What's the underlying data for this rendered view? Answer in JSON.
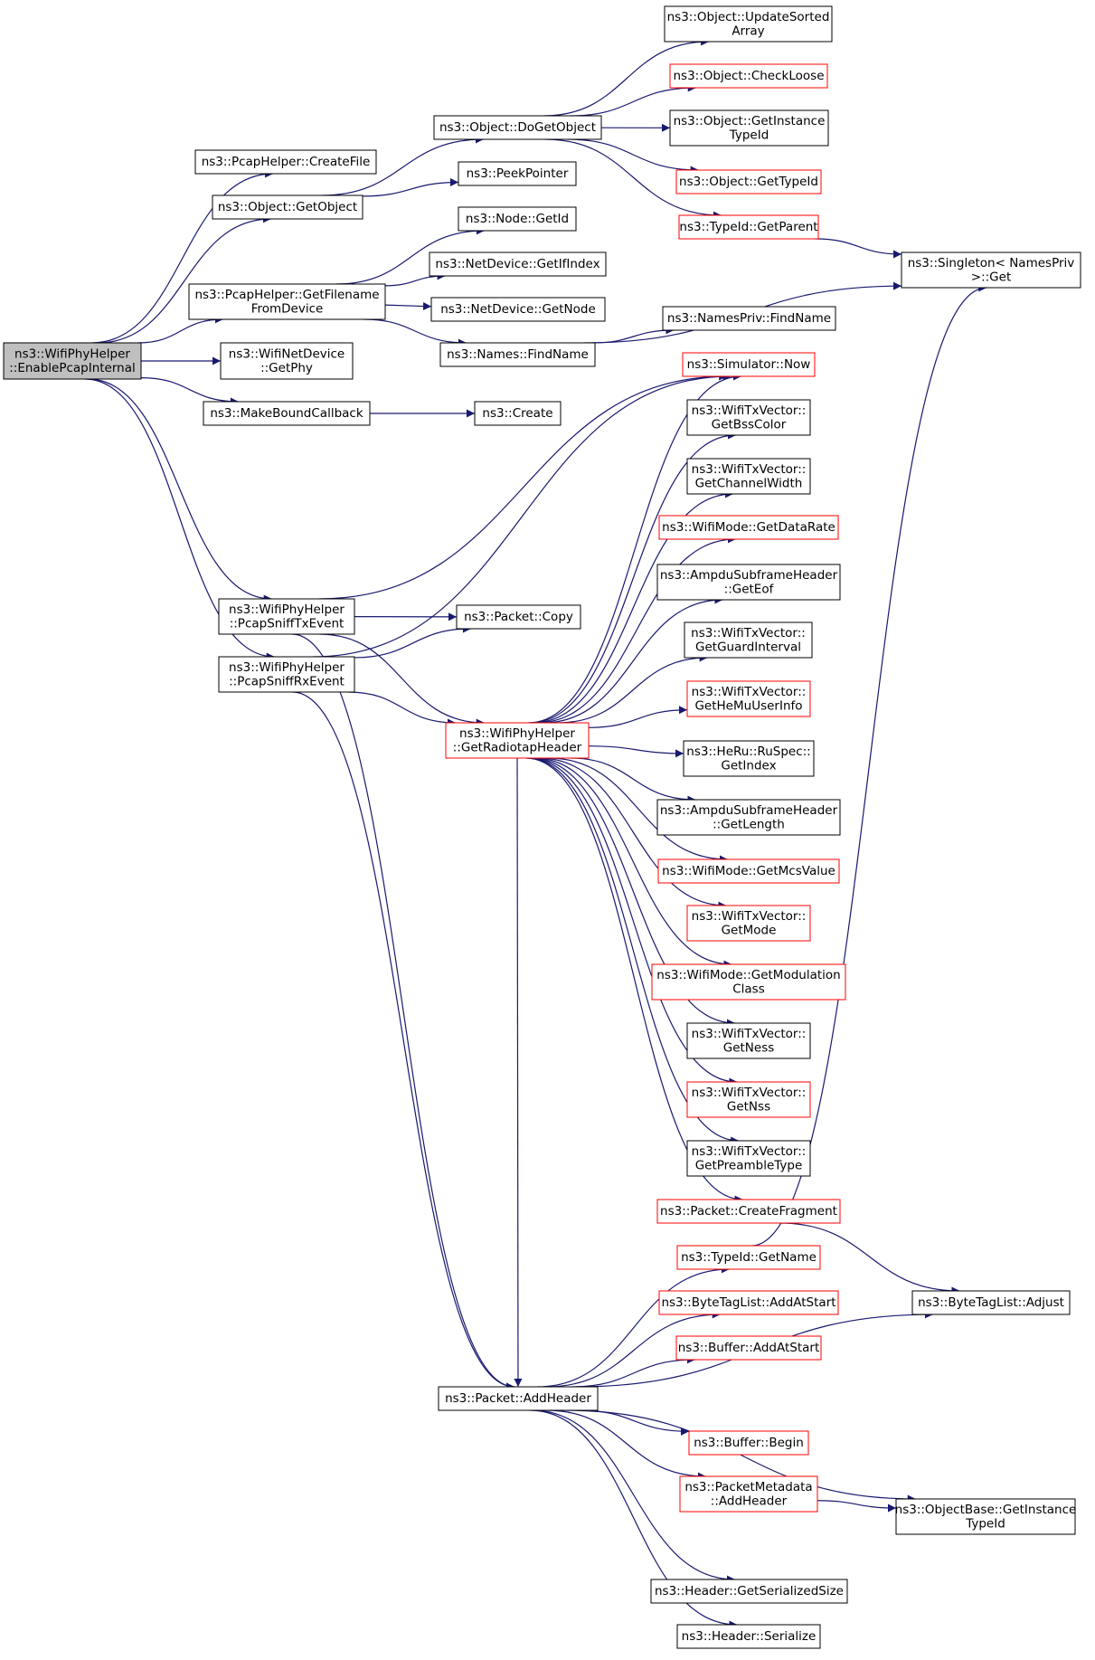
{
  "nodes": {
    "root": {
      "lines": [
        "ns3::WifiPhyHelper",
        "::EnablePcapInternal"
      ],
      "highlight": true
    },
    "createFile": {
      "lines": [
        "ns3::PcapHelper::CreateFile"
      ]
    },
    "getObject": {
      "lines": [
        "ns3::Object::GetObject"
      ]
    },
    "getFilename": {
      "lines": [
        "ns3::PcapHelper::GetFilename",
        "FromDevice"
      ]
    },
    "wifiGetPhy": {
      "lines": [
        "ns3::WifiNetDevice",
        "::GetPhy"
      ]
    },
    "makeBound": {
      "lines": [
        "ns3::MakeBoundCallback"
      ]
    },
    "sniffTx": {
      "lines": [
        "ns3::WifiPhyHelper",
        "::PcapSniffTxEvent"
      ]
    },
    "sniffRx": {
      "lines": [
        "ns3::WifiPhyHelper",
        "::PcapSniffRxEvent"
      ]
    },
    "doGetObject": {
      "lines": [
        "ns3::Object::DoGetObject"
      ]
    },
    "peekPointer": {
      "lines": [
        "ns3::PeekPointer"
      ]
    },
    "nodeGetId": {
      "lines": [
        "ns3::Node::GetId"
      ]
    },
    "getIfIndex": {
      "lines": [
        "ns3::NetDevice::GetIfIndex"
      ]
    },
    "netGetNode": {
      "lines": [
        "ns3::NetDevice::GetNode"
      ]
    },
    "namesFind": {
      "lines": [
        "ns3::Names::FindName"
      ]
    },
    "create": {
      "lines": [
        "ns3::Create"
      ]
    },
    "packetCopy": {
      "lines": [
        "ns3::Packet::Copy"
      ]
    },
    "radiotap": {
      "lines": [
        "ns3::WifiPhyHelper",
        "::GetRadiotapHeader"
      ],
      "red": true
    },
    "addHeader": {
      "lines": [
        "ns3::Packet::AddHeader"
      ]
    },
    "updateSorted": {
      "lines": [
        "ns3::Object::UpdateSorted",
        "Array"
      ]
    },
    "checkLoose": {
      "lines": [
        "ns3::Object::CheckLoose"
      ],
      "red": true
    },
    "getInstTypeId": {
      "lines": [
        "ns3::Object::GetInstance",
        "TypeId"
      ]
    },
    "getTypeId": {
      "lines": [
        "ns3::Object::GetTypeId"
      ],
      "red": true
    },
    "getParent": {
      "lines": [
        "ns3::TypeId::GetParent"
      ],
      "red": true
    },
    "singleton": {
      "lines": [
        "ns3::Singleton< NamesPriv",
        ">::Get"
      ]
    },
    "namesPrivFind": {
      "lines": [
        "ns3::NamesPriv::FindName"
      ]
    },
    "simNow": {
      "lines": [
        "ns3::Simulator::Now"
      ],
      "red": true
    },
    "bssColor": {
      "lines": [
        "ns3::WifiTxVector::",
        "GetBssColor"
      ]
    },
    "chanWidth": {
      "lines": [
        "ns3::WifiTxVector::",
        "GetChannelWidth"
      ]
    },
    "dataRate": {
      "lines": [
        "ns3::WifiMode::GetDataRate"
      ],
      "red": true
    },
    "getEof": {
      "lines": [
        "ns3::AmpduSubframeHeader",
        "::GetEof"
      ]
    },
    "guardInt": {
      "lines": [
        "ns3::WifiTxVector::",
        "GetGuardInterval"
      ]
    },
    "heMuUser": {
      "lines": [
        "ns3::WifiTxVector::",
        "GetHeMuUserInfo"
      ],
      "red": true
    },
    "heRuIndex": {
      "lines": [
        "ns3::HeRu::RuSpec::",
        "GetIndex"
      ]
    },
    "ampduLen": {
      "lines": [
        "ns3::AmpduSubframeHeader",
        "::GetLength"
      ]
    },
    "mcsValue": {
      "lines": [
        "ns3::WifiMode::GetMcsValue"
      ],
      "red": true
    },
    "getMode": {
      "lines": [
        "ns3::WifiTxVector::",
        "GetMode"
      ],
      "red": true
    },
    "modClass": {
      "lines": [
        "ns3::WifiMode::GetModulation",
        "Class"
      ],
      "red": true
    },
    "getNess": {
      "lines": [
        "ns3::WifiTxVector::",
        "GetNess"
      ]
    },
    "getNss": {
      "lines": [
        "ns3::WifiTxVector::",
        "GetNss"
      ],
      "red": true
    },
    "preamble": {
      "lines": [
        "ns3::WifiTxVector::",
        "GetPreambleType"
      ]
    },
    "createFrag": {
      "lines": [
        "ns3::Packet::CreateFragment"
      ],
      "red": true
    },
    "typeGetName": {
      "lines": [
        "ns3::TypeId::GetName"
      ],
      "red": true
    },
    "btlAddAtStart": {
      "lines": [
        "ns3::ByteTagList::AddAtStart"
      ],
      "red": true
    },
    "bufAddAtStart": {
      "lines": [
        "ns3::Buffer::AddAtStart"
      ],
      "red": true
    },
    "btlAdjust": {
      "lines": [
        "ns3::ByteTagList::Adjust"
      ]
    },
    "bufBegin": {
      "lines": [
        "ns3::Buffer::Begin"
      ],
      "red": true
    },
    "pmAddHeader": {
      "lines": [
        "ns3::PacketMetadata",
        "::AddHeader"
      ],
      "red": true
    },
    "obGetInst": {
      "lines": [
        "ns3::ObjectBase::GetInstance",
        "TypeId"
      ]
    },
    "serSize": {
      "lines": [
        "ns3::Header::GetSerializedSize"
      ]
    },
    "serialize": {
      "lines": [
        "ns3::Header::Serialize"
      ]
    }
  },
  "colors": {
    "edge": "#191970",
    "highlight_fill": "#bfbfbf",
    "red_border": "#ff0000",
    "node_border": "#000000"
  }
}
